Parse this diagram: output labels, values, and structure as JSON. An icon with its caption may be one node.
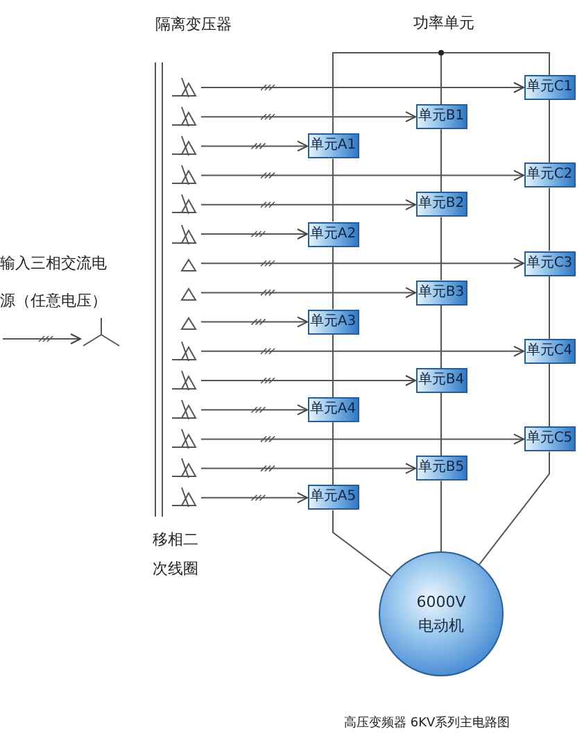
{
  "diagram": {
    "caption": "高压变频器 6KV系列主电路图",
    "nodes": [
      {
        "text": [],
        "shape": "star"
      },
      {
        "text": [],
        "shape": "triangle"
      },
      {
        "text": [],
        "shape": "triangle"
      },
      {
        "text": [],
        "shape": "triangle"
      },
      {
        "text": [],
        "shape": "triangle"
      },
      {
        "text": [],
        "shape": "triangle"
      },
      {
        "text": [],
        "shape": "triangle"
      },
      {
        "text": [],
        "shape": "triangle"
      },
      {
        "text": [],
        "shape": "triangle"
      },
      {
        "text": [],
        "shape": "triangle"
      },
      {
        "text": [],
        "shape": "triangle"
      },
      {
        "text": [],
        "shape": "triangle"
      },
      {
        "text": [],
        "shape": "triangle"
      },
      {
        "text": [],
        "shape": "triangle"
      },
      {
        "text": [],
        "shape": "triangle"
      },
      {
        "text": [],
        "shape": "triangle"
      },
      {
        "text": [
          "单元C1"
        ]
      },
      {
        "text": [
          "单元B1"
        ]
      },
      {
        "text": [
          "单元A1"
        ]
      },
      {
        "text": [
          "单元C2"
        ]
      },
      {
        "text": [
          "单元B2"
        ]
      },
      {
        "text": [
          "单元A2"
        ]
      },
      {
        "text": [
          "单元C3"
        ]
      },
      {
        "text": [
          "单元B3"
        ]
      },
      {
        "text": [
          "单元A3"
        ]
      },
      {
        "text": [
          "单元C4"
        ]
      },
      {
        "text": [
          "单元B4"
        ]
      },
      {
        "text": [
          "单元A4"
        ]
      },
      {
        "text": [
          "单元C5"
        ]
      },
      {
        "text": [
          "单元B5"
        ]
      },
      {
        "text": [
          "单元A5"
        ]
      },
      {
        "text": [],
        "shape": "dot"
      },
      {
        "text": [
          "6000V",
          "电动机"
        ]
      }
    ],
    "edges": [
      {
        "from": null,
        "to": 0,
        "arrow": "to"
      },
      {
        "from": 1,
        "to": 16,
        "arrow": "to"
      },
      {
        "from": 2,
        "to": 17,
        "arrow": "to"
      },
      {
        "from": 3,
        "to": 18,
        "arrow": "to"
      },
      {
        "from": 4,
        "to": 19,
        "arrow": "to"
      },
      {
        "from": 5,
        "to": 20,
        "arrow": "to"
      },
      {
        "from": 6,
        "to": 21,
        "arrow": "to"
      },
      {
        "from": 7,
        "to": 22,
        "arrow": "to"
      },
      {
        "from": 8,
        "to": 23,
        "arrow": "to"
      },
      {
        "from": 9,
        "to": 24,
        "arrow": "to"
      },
      {
        "from": 10,
        "to": 25,
        "arrow": "to"
      },
      {
        "from": 11,
        "to": 26,
        "arrow": "to"
      },
      {
        "from": 12,
        "to": 27,
        "arrow": "to"
      },
      {
        "from": 13,
        "to": 28,
        "arrow": "to"
      },
      {
        "from": 14,
        "to": 29,
        "arrow": "to"
      },
      {
        "from": 15,
        "to": 30,
        "arrow": "to"
      },
      {
        "from": 18,
        "to": 31,
        "arrow": "none"
      },
      {
        "from": 17,
        "to": 31,
        "arrow": "none"
      },
      {
        "from": 16,
        "to": 31,
        "arrow": "none"
      },
      {
        "from": 18,
        "to": 21,
        "arrow": "none"
      },
      {
        "from": 21,
        "to": 24,
        "arrow": "none"
      },
      {
        "from": 24,
        "to": 27,
        "arrow": "none"
      },
      {
        "from": 27,
        "to": 30,
        "arrow": "none"
      },
      {
        "from": 17,
        "to": 20,
        "arrow": "none"
      },
      {
        "from": 20,
        "to": 23,
        "arrow": "none"
      },
      {
        "from": 23,
        "to": 26,
        "arrow": "none"
      },
      {
        "from": 26,
        "to": 29,
        "arrow": "none"
      },
      {
        "from": 16,
        "to": 19,
        "arrow": "none"
      },
      {
        "from": 19,
        "to": 22,
        "arrow": "none"
      },
      {
        "from": 22,
        "to": 25,
        "arrow": "none"
      },
      {
        "from": 25,
        "to": 28,
        "arrow": "none"
      },
      {
        "from": 30,
        "to": 32,
        "arrow": "none"
      },
      {
        "from": 29,
        "to": 32,
        "arrow": "none"
      },
      {
        "from": 28,
        "to": 32,
        "arrow": "none"
      }
    ],
    "labels": [
      "隔离变压器",
      "功率单元",
      "输入三相交流电源（任意电压）",
      "移相二次线圈"
    ]
  }
}
